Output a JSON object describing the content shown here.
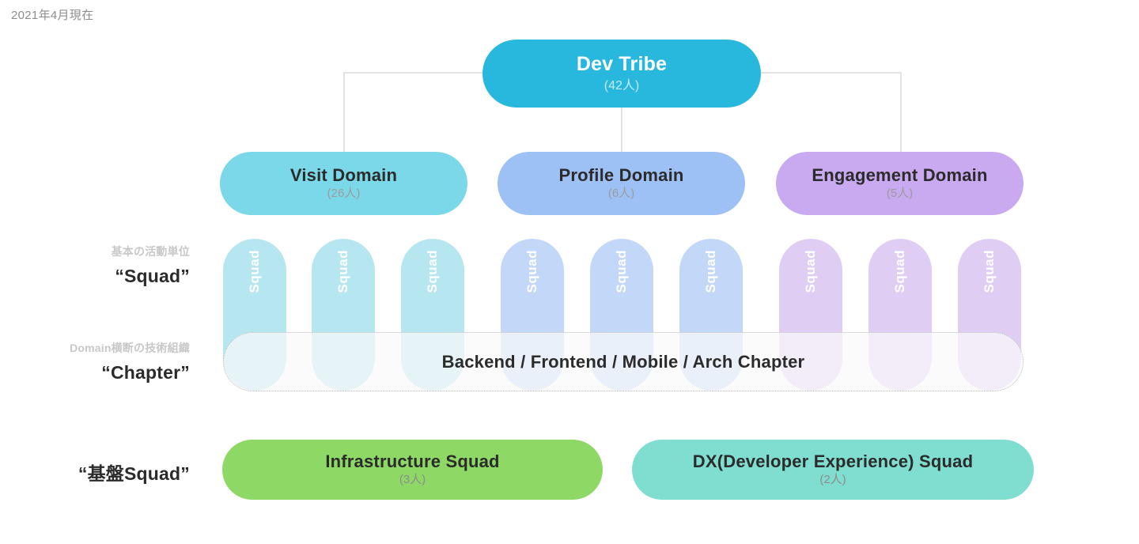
{
  "meta": {
    "date_caption": "2021年4月現在"
  },
  "tribe": {
    "name": "Dev Tribe",
    "count": "(42人)",
    "color": "#29b8dd"
  },
  "domains": [
    {
      "name": "Visit Domain",
      "count": "(26人)",
      "color": "#7bd8e8",
      "squad_color": "#b6e6ef"
    },
    {
      "name": "Profile Domain",
      "count": "(6人)",
      "color": "#9dc1f5",
      "squad_color": "#c3d7f8"
    },
    {
      "name": "Engagement Domain",
      "count": "(5人)",
      "color": "#c9a9ef",
      "squad_color": "#dfcdf4"
    }
  ],
  "squads": [
    {
      "label": "Squad",
      "group": "visit"
    },
    {
      "label": "Squad",
      "group": "visit"
    },
    {
      "label": "Squad",
      "group": "visit"
    },
    {
      "label": "Squad",
      "group": "profile"
    },
    {
      "label": "Squad",
      "group": "profile"
    },
    {
      "label": "Squad",
      "group": "profile"
    },
    {
      "label": "Squad",
      "group": "engagement"
    },
    {
      "label": "Squad",
      "group": "engagement"
    },
    {
      "label": "Squad",
      "group": "engagement"
    }
  ],
  "chapter": {
    "text": "Backend / Frontend / Mobile / Arch Chapter"
  },
  "row_labels": [
    {
      "sub": "基本の活動単位",
      "main": "“Squad”"
    },
    {
      "sub": "Domain横断の技術組織",
      "main": "“Chapter”"
    },
    {
      "sub": "",
      "main": "“基盤Squad”"
    }
  ],
  "base_squads": [
    {
      "name": "Infrastructure Squad",
      "count": "(3人)",
      "color": "#8ed866"
    },
    {
      "name": "DX(Developer Experience) Squad",
      "count": "(2人)",
      "color": "#7fded0"
    }
  ]
}
